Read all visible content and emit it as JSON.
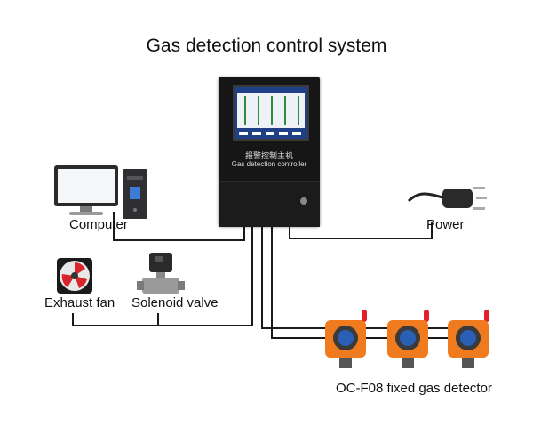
{
  "diagram": {
    "title": "Gas detection control system",
    "controller": {
      "label_cn": "报警控制主机",
      "label_en": "Gas detection controller"
    },
    "nodes": {
      "computer": "Computer",
      "power": "Power",
      "exhaust_fan": "Exhaust fan",
      "solenoid_valve": "Solenoid valve",
      "gas_detector": "OC-F08 fixed gas detector"
    }
  },
  "colors": {
    "wire": "#1a1a1a",
    "detector_body": "#f07a1e",
    "detector_lamp": "#e3202a",
    "controller_screen": "#1f3f86"
  }
}
